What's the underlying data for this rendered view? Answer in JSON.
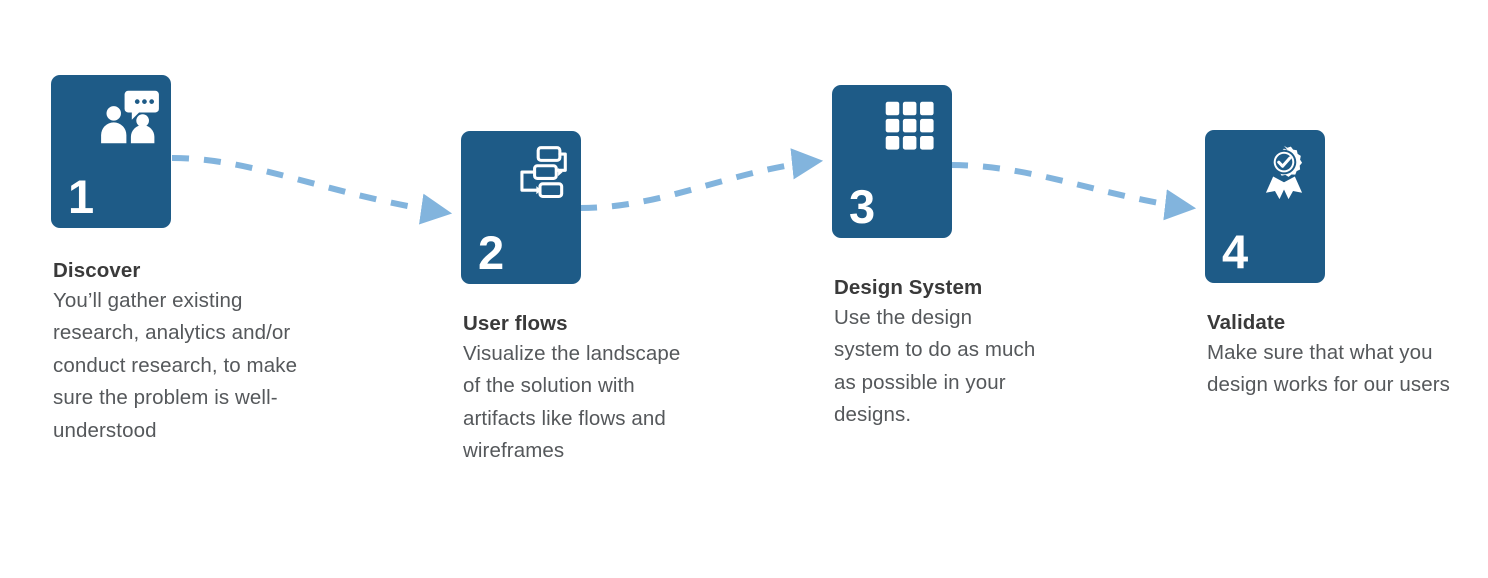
{
  "diagram": {
    "type": "process-steps",
    "background_color": "#ffffff",
    "card_color": "#1e5b87",
    "connector_color": "#82b4dd",
    "title_color": "#3a3a3a",
    "body_color": "#55585b"
  },
  "steps": [
    {
      "number": "1",
      "title": "Discover",
      "description": "You’ll gather existing research, analytics and/or conduct research, to make sure the problem is well-understood",
      "icon": "people-chat-icon"
    },
    {
      "number": "2",
      "title": "User flows",
      "description": "Visualize the landscape of the solution with artifacts like flows and wireframes",
      "icon": "flowchart-icon"
    },
    {
      "number": "3",
      "title": "Design System",
      "description": "Use the design system to do as much as possible in your designs.",
      "icon": "grid-icon"
    },
    {
      "number": "4",
      "title": "Validate",
      "description": "Make sure that what you design works for our users",
      "icon": "award-check-icon"
    }
  ],
  "connectors": [
    {
      "from": "1",
      "to": "2",
      "style": "dashed-curve-down"
    },
    {
      "from": "2",
      "to": "3",
      "style": "dashed-curve-up"
    },
    {
      "from": "3",
      "to": "4",
      "style": "dashed-curve-down"
    }
  ]
}
